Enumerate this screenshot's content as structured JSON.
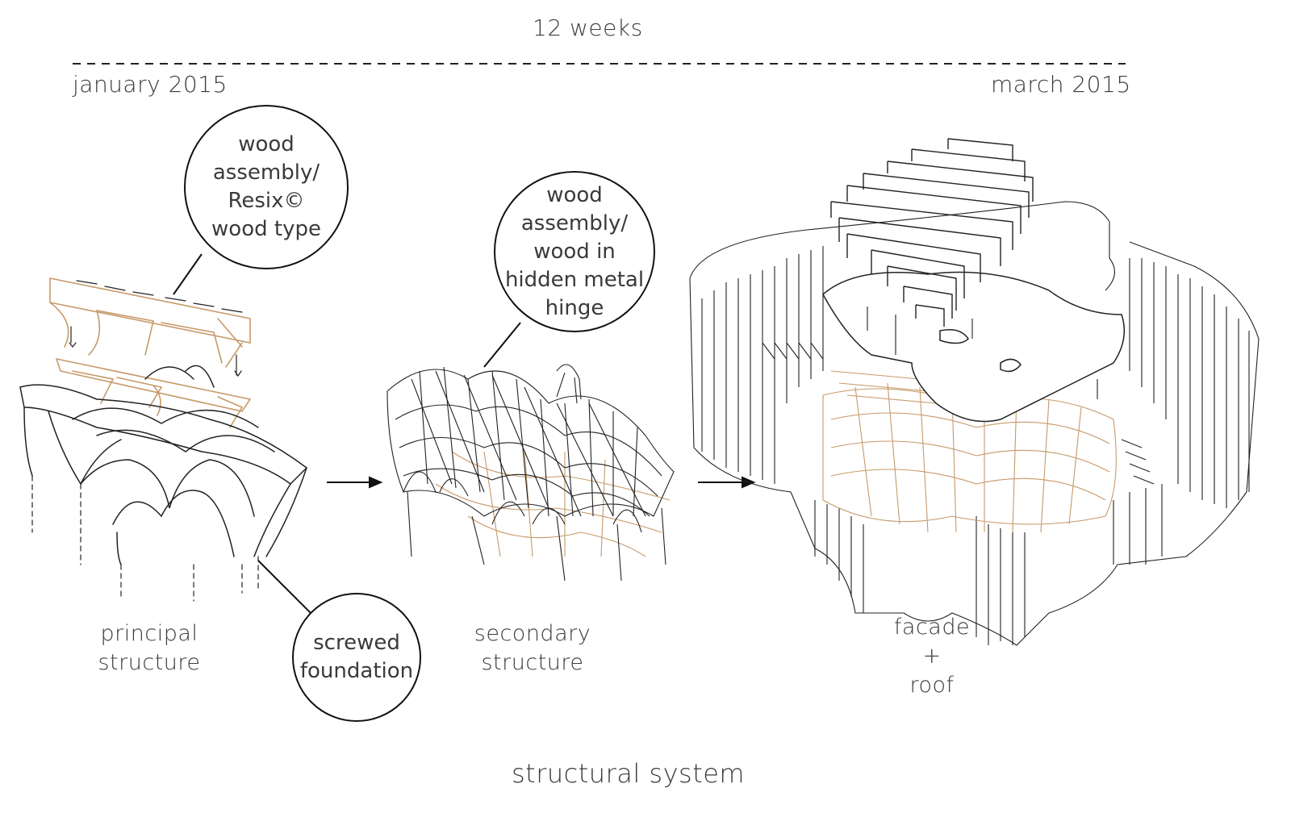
{
  "timeline": {
    "duration": "12 weeks",
    "start": "january 2015",
    "end": "march 2015"
  },
  "stages": [
    {
      "lines": [
        "principal",
        "structure"
      ]
    },
    {
      "lines": [
        "secondary",
        "structure"
      ]
    },
    {
      "lines": [
        "facade",
        "+",
        "roof"
      ]
    }
  ],
  "callouts": {
    "wood_assembly_resix": [
      "wood",
      "assembly/",
      "Resix©",
      "wood type"
    ],
    "wood_hidden_hinge": [
      "wood",
      "assembly/",
      "wood in",
      "hidden metal",
      "hinge"
    ],
    "screwed_foundation": [
      "screwed",
      "foundation"
    ]
  },
  "caption": "structural system",
  "colors": {
    "ink": "#222222",
    "wood": "#c79a6a",
    "text": "#3a3a3a"
  }
}
